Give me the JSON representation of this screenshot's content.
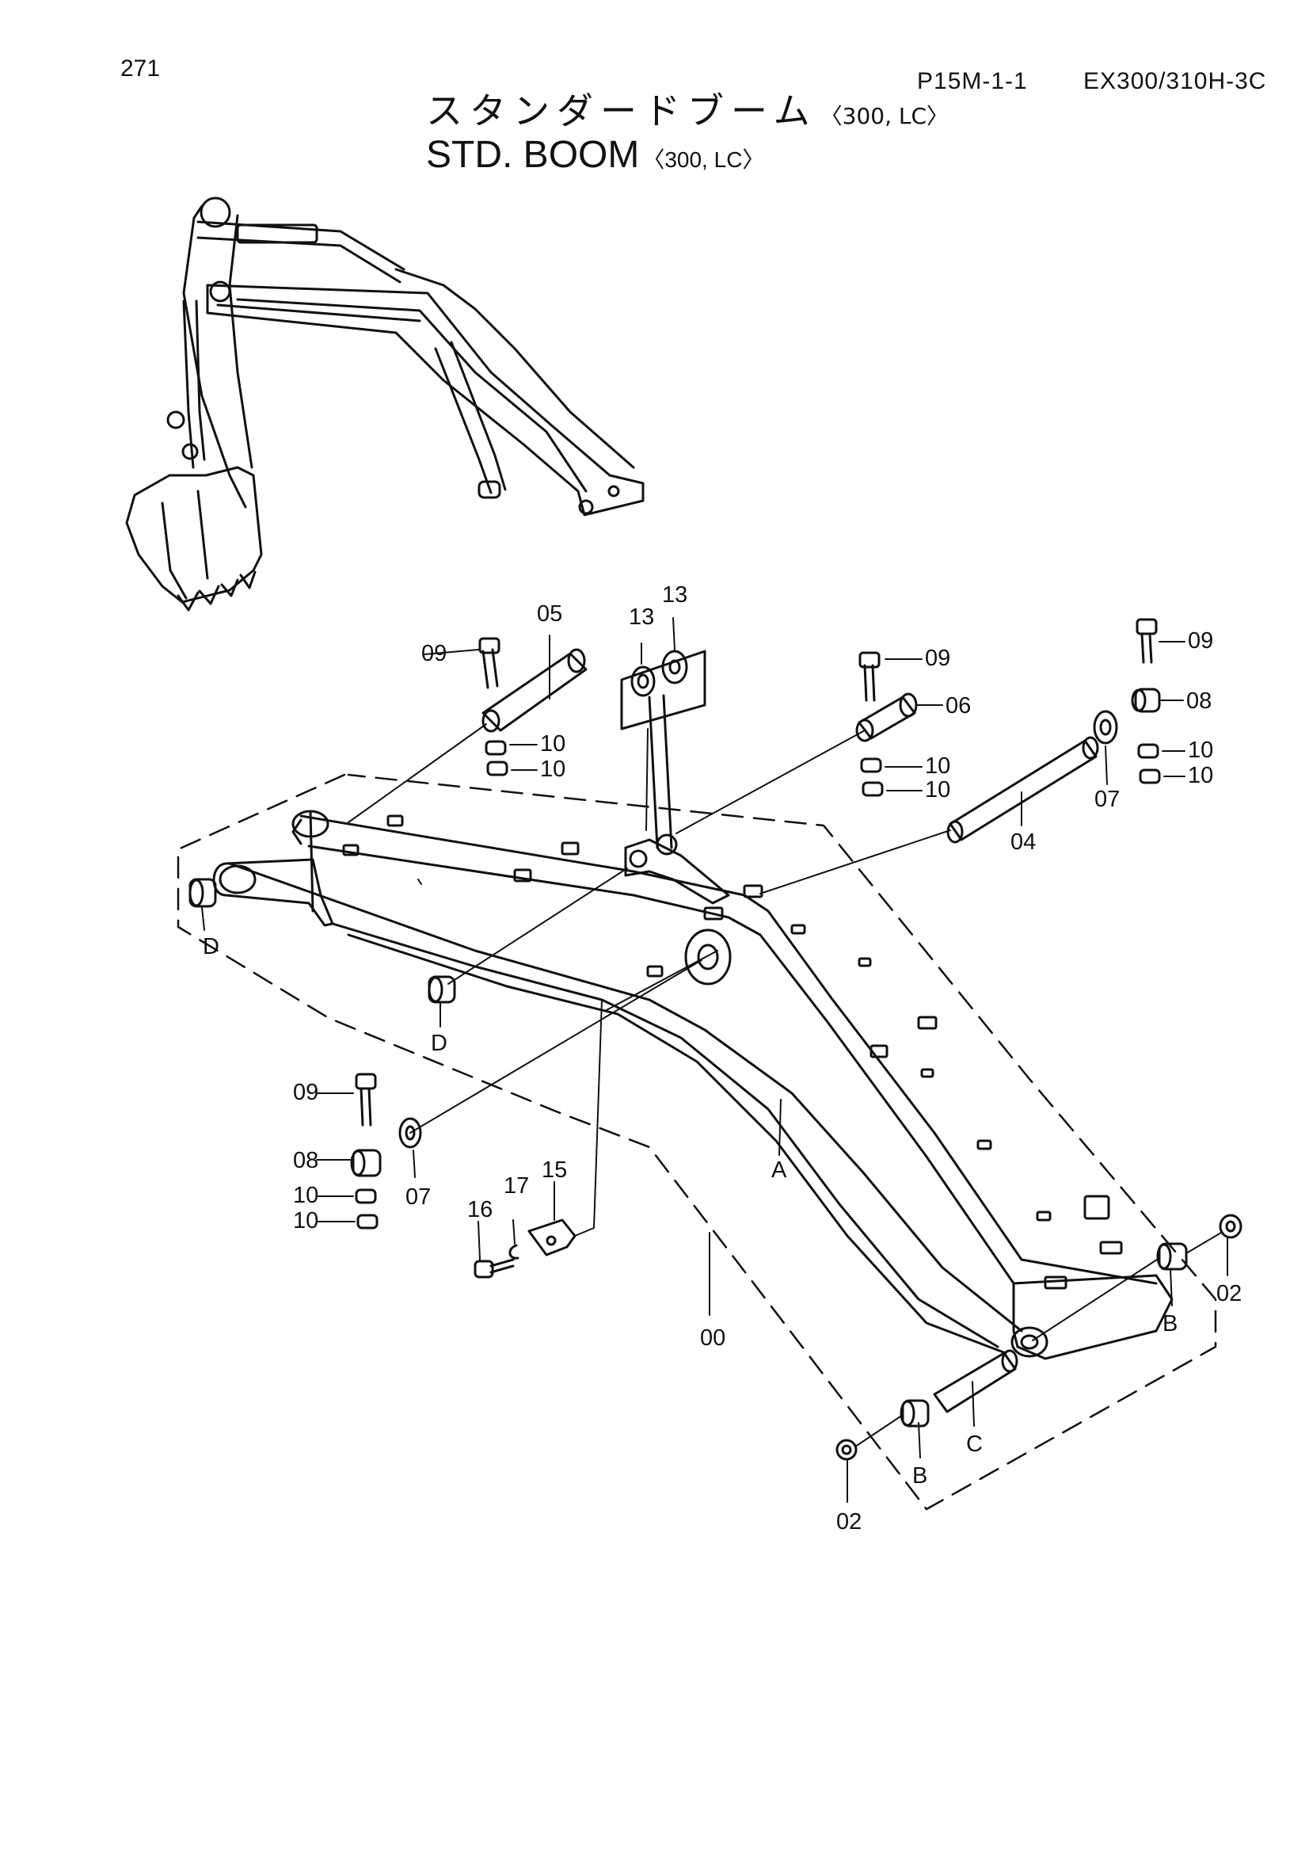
{
  "header": {
    "page_number": "271",
    "page_code": "P15M-1-1",
    "model": "EX300/310H-3C",
    "title_jp": "スタンダードブーム",
    "title_en": "STD. BOOM",
    "variant": "〈300, LC〉"
  },
  "labels": {
    "p00": "00",
    "p02a": "02",
    "p02b": "02",
    "p04": "04",
    "p05": "05",
    "p06": "06",
    "p07a": "07",
    "p07b": "07",
    "p08a": "08",
    "p08b": "08",
    "p09a": "09",
    "p09b": "09",
    "p09c": "09",
    "p09d": "09",
    "p10a": "10",
    "p10b": "10",
    "p10c": "10",
    "p10d": "10",
    "p10e": "10",
    "p10f": "10",
    "p10g": "10",
    "p10h": "10",
    "p13a": "13",
    "p13b": "13",
    "p15": "15",
    "p16": "16",
    "p17": "17",
    "sA": "A",
    "sBa": "B",
    "sBb": "B",
    "sC": "C",
    "sDa": "D",
    "sDb": "D"
  }
}
